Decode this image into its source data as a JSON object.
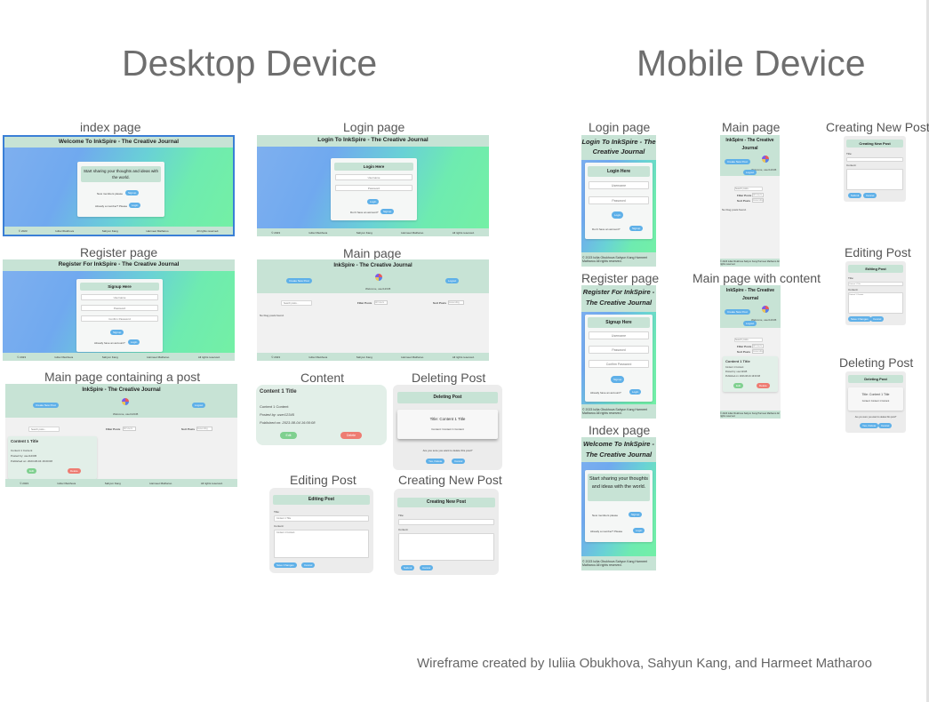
{
  "titles": {
    "desktop": "Desktop Device",
    "mobile": "Mobile Device"
  },
  "labels": {
    "index_page": "index page",
    "login_page": "Login page",
    "register_page": "Register page",
    "main_page": "Main page",
    "main_page_post": "Main page containing a post",
    "content": "Content",
    "deleting_post": "Deleting Post",
    "editing_post": "Editing Post",
    "creating_new_post": "Creating New Post",
    "m_login_page": "Login page",
    "m_main_page": "Main page",
    "m_creating_new_post": "Creating New Post",
    "m_editing_post": "Editing Post",
    "m_register_page": "Register page",
    "m_main_page_content": "Main page with content",
    "m_deleting_post": "Deleting Post",
    "m_index_page": "Index page"
  },
  "credit": "Wireframe created by Iuliia Obukhova, Sahyun Kang, and Harmeet Matharoo",
  "app": {
    "welcome_header": "Welcome To InkSpire - The Creative Journal",
    "login_header": "Login To InkSpire - The Creative Journal",
    "register_header": "Register For InkSpire - The Creative Journal",
    "main_header": "InkSpire - The Creative Journal",
    "tagline": "Start sharing your thoughts and ideas with the world.",
    "new_members": "New members please",
    "already_member": "Already a member? Please",
    "signup": "Signup",
    "login": "Login",
    "login_here": "Login Here",
    "signup_here": "Signup Here",
    "username": "Username",
    "password": "Password",
    "confirm_password": "Confirm Password",
    "no_account": "Don't have an account?",
    "have_account": "Already have an account?",
    "create_new_post": "Create New Post",
    "logout": "Logout",
    "welcome_user": "Welcome, user12345",
    "search_posts": "Search posts...",
    "filter_posts": "Filter Posts",
    "sort_posts": "Sort Posts",
    "all_users": "All Users",
    "ascending": "Ascending",
    "no_posts": "No blog posts found.",
    "content_title": "Content 1 Title",
    "content_body": "Content 1 Content",
    "posted_by": "Posted by: user12345",
    "published_on": "Published on: 2023-08-04 16:00:08",
    "edit": "Edit",
    "delete": "Delete",
    "deleting_post": "Deleting Post",
    "title_content": "Title: Content 1 Title",
    "content_content": "Content: Content 1 Content",
    "are_you_sure": "Are you sure you want to delete this post?",
    "yes_delete": "Yes, Delete",
    "cancel": "Cancel",
    "editing_post": "Editing Post",
    "creating_new_post": "Creating New Post",
    "title_label": "Title:",
    "content_label": "Content:",
    "save_changes": "Save Changes",
    "submit": "Submit",
    "footer_year": "© 2023",
    "footer_iuliia": "Iuliia Obukhova",
    "footer_sahyun": "Sahyun Kang",
    "footer_harmeet": "Harmeet Matharoo",
    "footer_rights": "All rights reserved.",
    "footer_mobile": "© 2023 Iuliia Obukhova Sahyun Kang Harmeet Matharoo All rights reserved.",
    "m_login_header": "Login To InkSpire - The Creative Journal",
    "m_register_header": "Register For InkSpire - The Creative Journal",
    "m_welcome_header": "Welcome To InkSpire - The Creative Journal",
    "m_tagline": "Start sharing your thoughts and ideas with the world.",
    "m_new_members": "New members please",
    "m_already_member": "Already a member? Please"
  },
  "colors": {
    "header_green": "#c7e3d5",
    "button_blue": "#5fb0e8",
    "edit_green": "#7fd08f",
    "delete_red": "#ee7c72",
    "selection_blue": "#3a7fd6"
  }
}
